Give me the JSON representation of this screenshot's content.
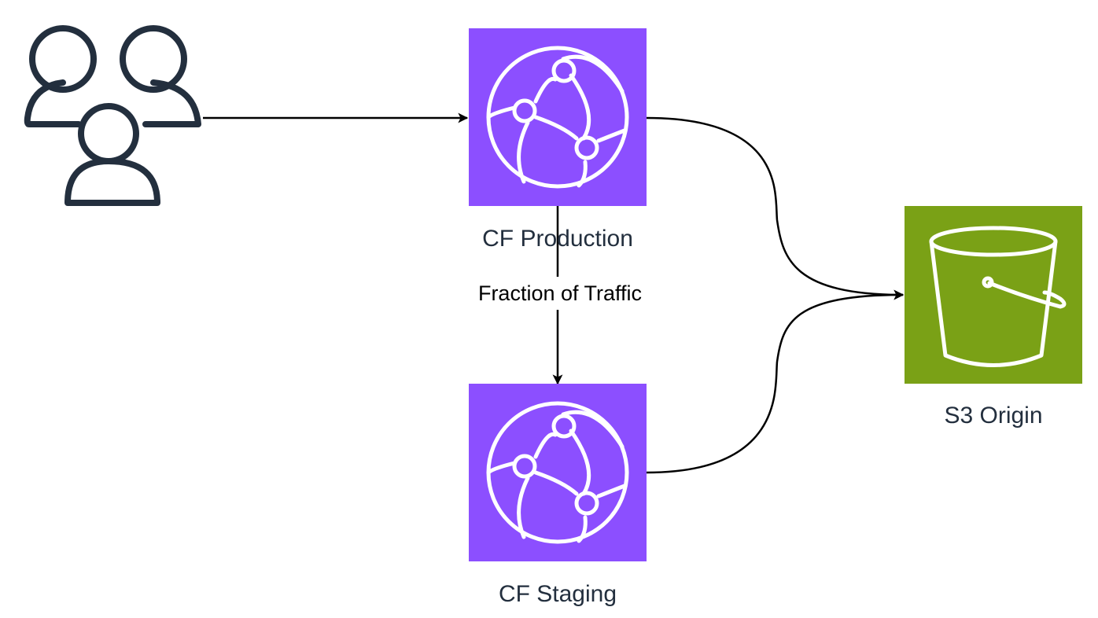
{
  "nodes": {
    "users": {
      "label": "",
      "icon": "users-icon"
    },
    "cf_production": {
      "label": "CF Production",
      "icon": "cloudfront-icon",
      "color": "#8c4fff"
    },
    "cf_staging": {
      "label": "CF Staging",
      "icon": "cloudfront-icon",
      "color": "#8c4fff"
    },
    "s3_origin": {
      "label": "S3 Origin",
      "icon": "s3-bucket-icon",
      "color": "#7aa116"
    }
  },
  "edges": {
    "users_to_production": {
      "label": ""
    },
    "production_to_staging": {
      "label": "Fraction of Traffic"
    },
    "production_to_s3": {
      "label": ""
    },
    "staging_to_s3": {
      "label": ""
    }
  }
}
